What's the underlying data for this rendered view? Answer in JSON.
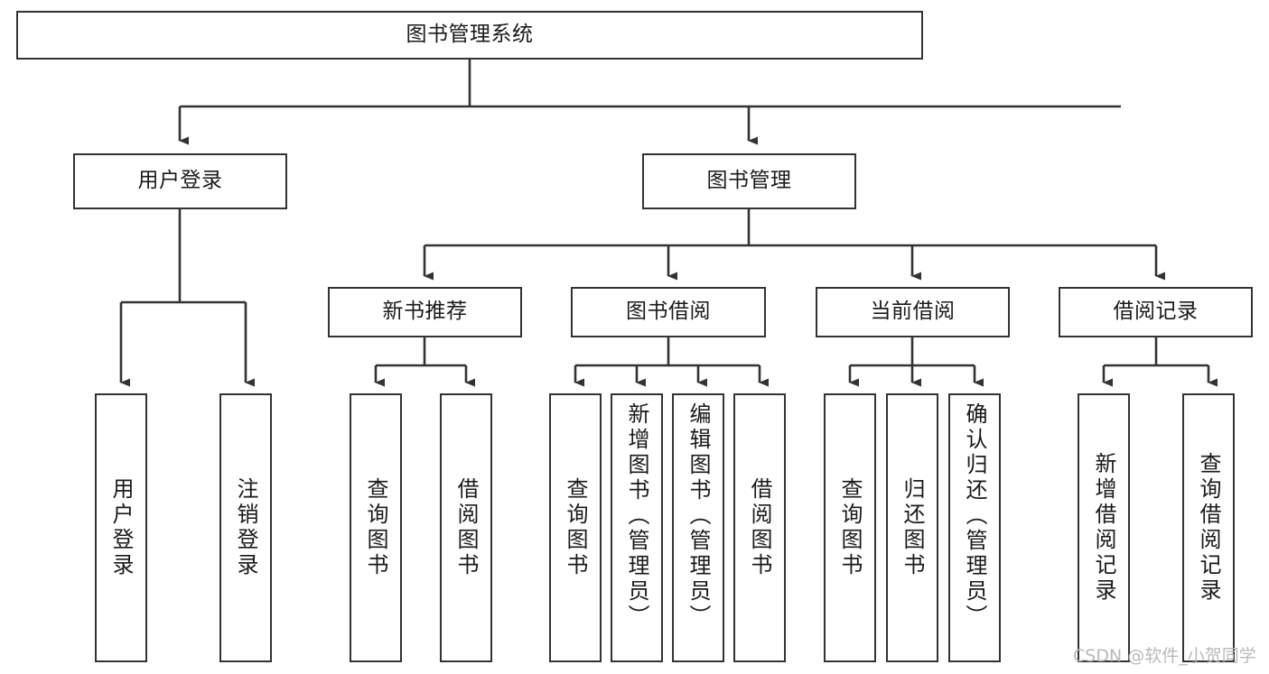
{
  "diagram": {
    "title": "图书管理系统",
    "watermark": "CSDN @软件_小贺同学",
    "line_color": "#333333",
    "box_fill": "#ffffff",
    "text_color": "#1a1a1a"
  },
  "nodes": {
    "root": {
      "label": "图书管理系统"
    },
    "level2": [
      {
        "id": "user-login",
        "label": "用户登录"
      },
      {
        "id": "book-manage",
        "label": "图书管理"
      }
    ],
    "level3": [
      {
        "id": "new-book-recommend",
        "label": "新书推荐"
      },
      {
        "id": "book-borrow",
        "label": "图书借阅"
      },
      {
        "id": "current-borrow",
        "label": "当前借阅"
      },
      {
        "id": "borrow-record",
        "label": "借阅记录"
      }
    ],
    "leaves": {
      "user_login": [
        {
          "id": "leaf-user-login",
          "label": "用户登录"
        },
        {
          "id": "leaf-logout-login",
          "label": "注销登录"
        }
      ],
      "new_book_recommend": [
        {
          "id": "leaf-query-book-1",
          "label": "查询图书"
        },
        {
          "id": "leaf-borrow-book-1",
          "label": "借阅图书"
        }
      ],
      "book_borrow": [
        {
          "id": "leaf-query-book-2",
          "label": "查询图书"
        },
        {
          "id": "leaf-add-book",
          "label": "新增图书（管理员）"
        },
        {
          "id": "leaf-edit-book",
          "label": "编辑图书（管理员）"
        },
        {
          "id": "leaf-borrow-book-2",
          "label": "借阅图书"
        }
      ],
      "current_borrow": [
        {
          "id": "leaf-query-book-3",
          "label": "查询图书"
        },
        {
          "id": "leaf-return-book",
          "label": "归还图书"
        },
        {
          "id": "leaf-confirm-return",
          "label": "确认归还（管理员）"
        }
      ],
      "borrow_record": [
        {
          "id": "leaf-add-record",
          "label": "新增借阅记录"
        },
        {
          "id": "leaf-query-record",
          "label": "查询借阅记录"
        }
      ]
    }
  }
}
